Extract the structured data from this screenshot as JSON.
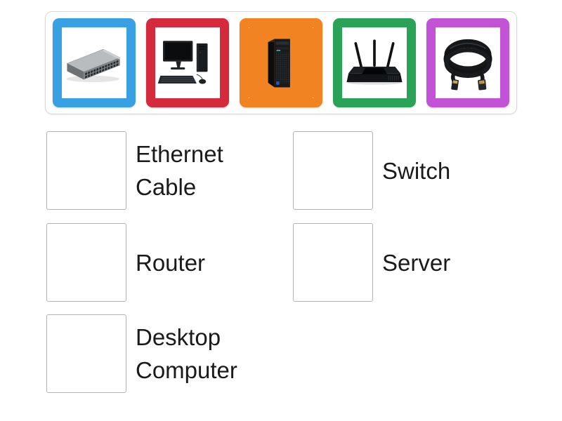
{
  "activity": {
    "type": "match-up",
    "background": "#ffffff"
  },
  "colors": {
    "bank_border": "#d6d6d6",
    "drop_box_border": "#b3b3b3",
    "label_text": "#1a1a1a"
  },
  "image_bank": {
    "tiles": [
      {
        "item": "network-switch",
        "image": "network-switch-photo",
        "frame_color": "#3aa0e4",
        "inner_bg": "#ffffff"
      },
      {
        "item": "desktop-computer",
        "image": "desktop-computer-photo",
        "frame_color": "#d42a3c",
        "inner_bg": "#ffffff"
      },
      {
        "item": "server",
        "image": "server-tower-photo",
        "frame_color": "#f28322",
        "inner_bg": "#f28322"
      },
      {
        "item": "router",
        "image": "wireless-router-photo",
        "frame_color": "#2aa359",
        "inner_bg": "#ffffff"
      },
      {
        "item": "ethernet-cable",
        "image": "ethernet-cable-photo",
        "frame_color": "#c252d6",
        "inner_bg": "#ffffff"
      }
    ]
  },
  "pairs": [
    {
      "label": "Ethernet Cable",
      "column": "left",
      "row": 1
    },
    {
      "label": "Switch",
      "column": "right",
      "row": 1
    },
    {
      "label": "Router",
      "column": "left",
      "row": 2
    },
    {
      "label": "Server",
      "column": "right",
      "row": 2
    },
    {
      "label": "Desktop Computer",
      "column": "left",
      "row": 3
    }
  ]
}
